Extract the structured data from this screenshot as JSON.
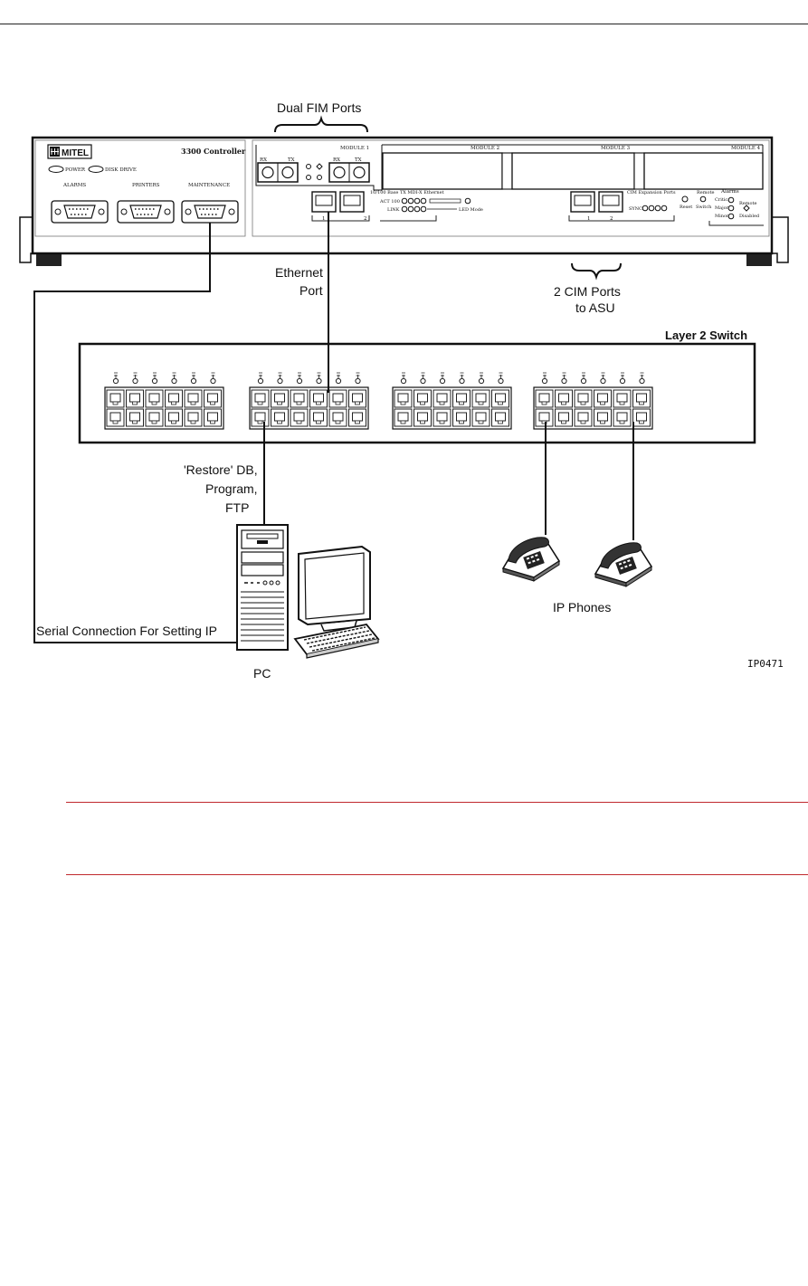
{
  "controller": {
    "brand": "MITEL",
    "model": "3300 Controller",
    "leds": [
      "POWER",
      "DISK DRIVE"
    ],
    "ports": [
      "ALARMS",
      "PRINTERS",
      "MAINTENANCE"
    ],
    "module_labels": [
      "MODULE 1",
      "MODULE 2",
      "MODULE 3",
      "MODULE 4"
    ],
    "fim_rx": "RX",
    "fim_tx": "TX",
    "ethernet_title": "10/100 Base TX MDI-X Ethernet",
    "act_label": "ACT 100",
    "link_label": "LINK",
    "led_mode": "LED Mode",
    "cim_title": "CIM Expansion Ports",
    "sync_label": "SYNC",
    "reset_label": "Reset",
    "remote_label": "Remote",
    "switch_label": "Switch",
    "alarms_label": "Alarms",
    "critical": "Critical",
    "major": "Major",
    "minor": "Minor",
    "disabled": "Disabled",
    "remote2": "Remote",
    "port1": "1",
    "port2": "2"
  },
  "callouts": {
    "dual_fim": "Dual FIM Ports",
    "ethernet_1": "Ethernet",
    "ethernet_2": "Port",
    "cim_1": "2 CIM Ports",
    "cim_2": "to ASU",
    "layer2": "Layer 2 Switch",
    "restore_1": "'Restore' DB,",
    "restore_2": "Program,",
    "restore_3": "FTP",
    "ip_phones": "IP Phones",
    "serial": "Serial Connection For Setting IP",
    "pc": "PC",
    "figure_id": "IP0471"
  },
  "colors": {
    "rule_red": "#c0282d",
    "ink": "#111111"
  }
}
